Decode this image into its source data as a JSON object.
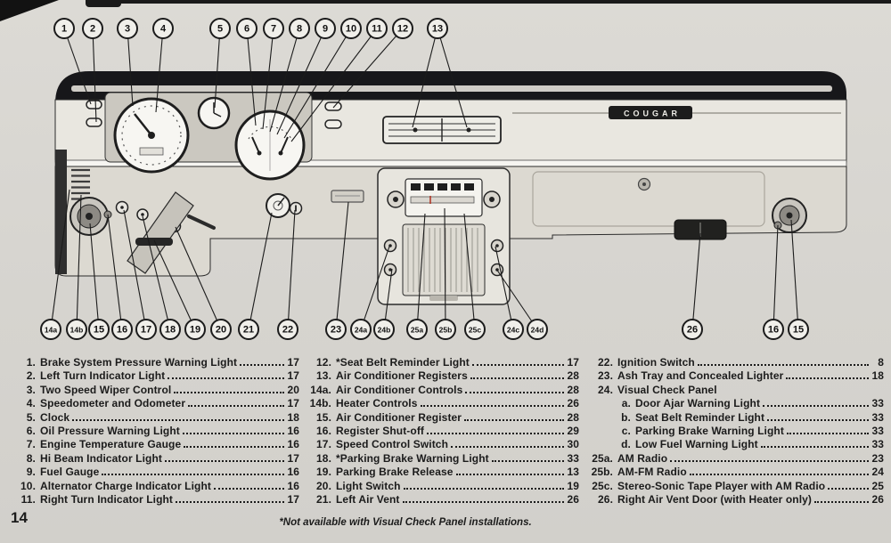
{
  "page": {
    "number": "14",
    "footnote": "*Not available with Visual Check Panel installations."
  },
  "diagram": {
    "nameplate": "COUGAR",
    "top_callouts": [
      "1",
      "2",
      "3",
      "4",
      "5",
      "6",
      "7",
      "8",
      "9",
      "10",
      "11",
      "12",
      "13"
    ],
    "bottom_callouts": [
      "14a",
      "14b",
      "15",
      "16",
      "17",
      "18",
      "19",
      "20",
      "21",
      "22",
      "23",
      "24a",
      "24b",
      "25a",
      "25b",
      "25c",
      "24c",
      "24d",
      "26",
      "16",
      "15"
    ]
  },
  "legend": {
    "columns": [
      {
        "items": [
          {
            "num": "1.",
            "label": "Brake System Pressure Warning Light",
            "page": "17"
          },
          {
            "num": "2.",
            "label": "Left Turn Indicator Light",
            "page": "17"
          },
          {
            "num": "3.",
            "label": "Two Speed Wiper Control",
            "page": "20"
          },
          {
            "num": "4.",
            "label": "Speedometer and Odometer",
            "page": "17"
          },
          {
            "num": "5.",
            "label": "Clock",
            "page": "18"
          },
          {
            "num": "6.",
            "label": "Oil Pressure Warning Light",
            "page": "16"
          },
          {
            "num": "7.",
            "label": "Engine Temperature Gauge",
            "page": "16"
          },
          {
            "num": "8.",
            "label": "Hi Beam Indicator Light",
            "page": "17"
          },
          {
            "num": "9.",
            "label": "Fuel Gauge",
            "page": "16"
          },
          {
            "num": "10.",
            "label": "Alternator Charge Indicator Light",
            "page": "16"
          },
          {
            "num": "11.",
            "label": "Right Turn Indicator Light",
            "page": "17"
          }
        ]
      },
      {
        "items": [
          {
            "num": "12.",
            "label": "*Seat Belt Reminder Light",
            "page": "17"
          },
          {
            "num": "13.",
            "label": "Air Conditioner Registers",
            "page": "28"
          },
          {
            "num": "14a.",
            "label": "Air Conditioner Controls",
            "page": "28"
          },
          {
            "num": "14b.",
            "label": "Heater Controls",
            "page": "26"
          },
          {
            "num": "15.",
            "label": "Air Conditioner Register",
            "page": "28"
          },
          {
            "num": "16.",
            "label": "Register Shut-off",
            "page": "29"
          },
          {
            "num": "17.",
            "label": "Speed Control Switch",
            "page": "30"
          },
          {
            "num": "18.",
            "label": "*Parking Brake Warning Light",
            "page": "33"
          },
          {
            "num": "19.",
            "label": "Parking Brake Release",
            "page": "13"
          },
          {
            "num": "20.",
            "label": "Light Switch",
            "page": "19"
          },
          {
            "num": "21.",
            "label": "Left Air Vent",
            "page": "26"
          }
        ]
      },
      {
        "items": [
          {
            "num": "22.",
            "label": "Ignition Switch",
            "page": "8"
          },
          {
            "num": "23.",
            "label": "Ash Tray and Concealed Lighter",
            "page": "18"
          },
          {
            "num": "24.",
            "label": "Visual Check Panel",
            "page": ""
          },
          {
            "num": "a.",
            "label": "Door Ajar Warning Light",
            "page": "33",
            "indent": true
          },
          {
            "num": "b.",
            "label": "Seat Belt Reminder Light",
            "page": "33",
            "indent": true
          },
          {
            "num": "c.",
            "label": "Parking Brake Warning Light",
            "page": "33",
            "indent": true
          },
          {
            "num": "d.",
            "label": "Low Fuel Warning Light",
            "page": "33",
            "indent": true
          },
          {
            "num": "25a.",
            "label": "AM Radio",
            "page": "23"
          },
          {
            "num": "25b.",
            "label": "AM-FM Radio",
            "page": "24"
          },
          {
            "num": "25c.",
            "label": "Stereo-Sonic Tape Player with AM Radio",
            "page": "25"
          },
          {
            "num": "26.",
            "label": "Right Air Vent Door (with Heater only)",
            "page": "26"
          }
        ]
      }
    ]
  }
}
